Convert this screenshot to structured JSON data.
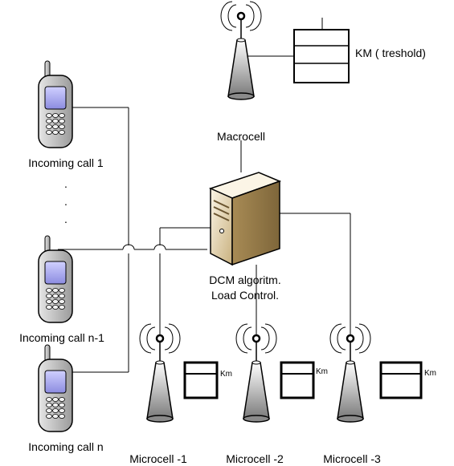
{
  "labels": {
    "macrocell": "Macrocell",
    "km_threshold": "KM ( treshold)",
    "server": [
      "DCM algoritm.",
      "Load Control."
    ],
    "calls": [
      "Incoming call 1",
      "Incoming call n-1",
      "Incoming call n"
    ],
    "microcells": [
      "Microcell -1",
      "Microcell -2",
      "Microcell -3"
    ],
    "km_small": [
      "Km",
      "Km",
      "Km"
    ],
    "ellipsis": "."
  },
  "colors": {
    "tower_top": "#ffffff",
    "tower_bottom": "#7a7a7a",
    "server_light": "#f4ecd8",
    "server_dark": "#b59c6e",
    "phone_body": "#d8d8d8",
    "phone_screen": "#b8b8ff"
  }
}
